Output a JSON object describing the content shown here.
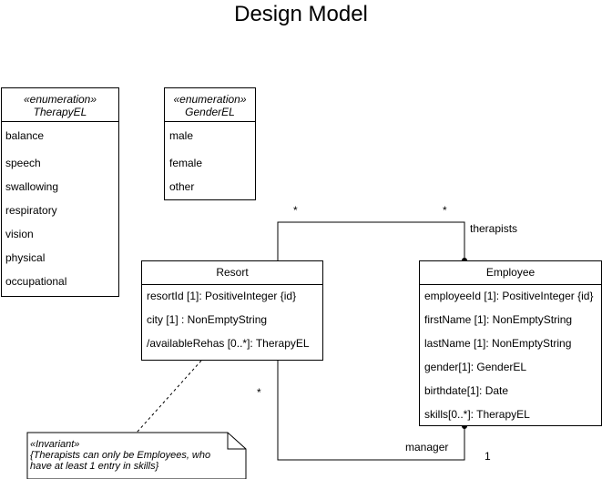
{
  "title": "Design Model",
  "therapy_enum": {
    "stereotype": "«enumeration»",
    "name": "TherapyEL",
    "literals": [
      "balance",
      "speech",
      "swallowing",
      "respiratory",
      "vision",
      "physical",
      "occupational"
    ]
  },
  "gender_enum": {
    "stereotype": "«enumeration»",
    "name": "GenderEL",
    "literals": [
      "male",
      "female",
      "other"
    ]
  },
  "resort": {
    "name": "Resort",
    "attributes": [
      "resortId [1]: PositiveInteger {id}",
      "city [1] : NonEmptyString",
      "/availableRehas [0..*]: TherapyEL"
    ]
  },
  "employee": {
    "name": "Employee",
    "attributes": [
      "employeeId [1]: PositiveInteger {id}",
      "firstName [1]: NonEmptyString",
      "lastName [1]: NonEmptyString",
      "gender[1]: GenderEL",
      "birthdate[1]: Date",
      "skills[0..*]: TherapyEL"
    ]
  },
  "associations": {
    "therapists": {
      "role": "therapists",
      "mult_resort": "*",
      "mult_employee": "*"
    },
    "manager": {
      "role": "manager",
      "mult_resort": "*",
      "mult_employee": "1"
    }
  },
  "note": {
    "stereotype": "«Invariant»",
    "line1": "{Therapists can only be Employees, who",
    "line2": "have at least 1 entry in skills}"
  }
}
